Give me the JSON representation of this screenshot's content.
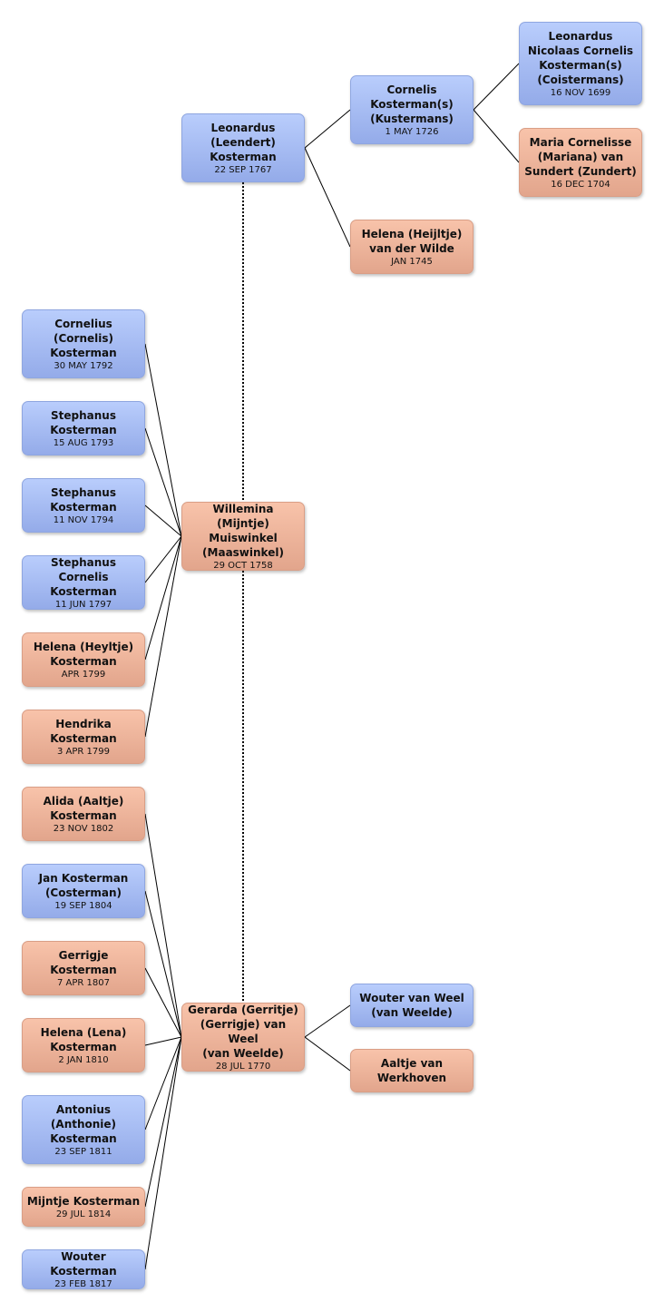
{
  "people": {
    "leonardus_nc": {
      "name": "Leonardus\nNicolaas Cornelis\nKosterman(s)\n(Coistermans)",
      "date": "16 NOV 1699",
      "sex": "male"
    },
    "maria_c": {
      "name": "Maria Cornelisse\n(Mariana) van\nSundert (Zundert)",
      "date": "16 DEC 1704",
      "sex": "female"
    },
    "cornelis_k": {
      "name": "Cornelis\nKosterman(s)\n(Kustermans)",
      "date": "1 MAY 1726",
      "sex": "male"
    },
    "helena_h": {
      "name": "Helena (Heijltje)\nvan der Wilde",
      "date": "JAN 1745",
      "sex": "female"
    },
    "leonardus_l": {
      "name": "Leonardus\n(Leendert)\nKosterman",
      "date": "22 SEP 1767",
      "sex": "male"
    },
    "willemina": {
      "name": "Willemina (Mijntje)\nMuiswinkel\n(Maaswinkel)",
      "date": "29 OCT 1758",
      "sex": "female"
    },
    "gerarda": {
      "name": "Gerarda (Gerritje)\n(Gerrigje) van Weel\n(van Weelde)",
      "date": "28 JUL 1770",
      "sex": "female"
    },
    "wouter_vw": {
      "name": "Wouter van Weel\n(van Weelde)",
      "date": "",
      "sex": "male"
    },
    "aaltje_vw": {
      "name": "Aaltje van\nWerkhoven",
      "date": "",
      "sex": "female"
    },
    "c1": {
      "name": "Cornelius\n(Cornelis)\nKosterman",
      "date": "30 MAY 1792",
      "sex": "male"
    },
    "c2": {
      "name": "Stephanus\nKosterman",
      "date": "15 AUG 1793",
      "sex": "male"
    },
    "c3": {
      "name": "Stephanus\nKosterman",
      "date": "11 NOV 1794",
      "sex": "male"
    },
    "c4": {
      "name": "Stephanus Cornelis\nKosterman",
      "date": "11 JUN 1797",
      "sex": "male"
    },
    "c5": {
      "name": "Helena (Heyltje)\nKosterman",
      "date": "APR 1799",
      "sex": "female"
    },
    "c6": {
      "name": "Hendrika\nKosterman",
      "date": "3 APR 1799",
      "sex": "female"
    },
    "c7": {
      "name": "Alida (Aaltje)\nKosterman",
      "date": "23 NOV 1802",
      "sex": "female"
    },
    "c8": {
      "name": "Jan Kosterman\n(Costerman)",
      "date": "19 SEP 1804",
      "sex": "male"
    },
    "c9": {
      "name": "Gerrigje\nKosterman",
      "date": "7 APR 1807",
      "sex": "female"
    },
    "c10": {
      "name": "Helena (Lena)\nKosterman",
      "date": "2 JAN 1810",
      "sex": "female"
    },
    "c11": {
      "name": "Antonius\n(Anthonie)\nKosterman",
      "date": "23 SEP 1811",
      "sex": "male"
    },
    "c12": {
      "name": "Mijntje Kosterman",
      "date": "29 JUL 1814",
      "sex": "female"
    },
    "c13": {
      "name": "Wouter Kosterman",
      "date": "23 FEB 1817",
      "sex": "male"
    }
  },
  "relations": {
    "parents": [
      {
        "child": "leonardus_l",
        "parents": [
          "cornelis_k",
          "helena_h"
        ]
      },
      {
        "child": "cornelis_k",
        "parents": [
          "leonardus_nc",
          "maria_c"
        ]
      },
      {
        "child": "gerarda",
        "parents": [
          "wouter_vw",
          "aaltje_vw"
        ]
      }
    ],
    "spouses": [
      [
        "leonardus_l",
        "willemina"
      ],
      [
        "willemina",
        "gerarda"
      ]
    ],
    "children_of_willemina": [
      "c1",
      "c2",
      "c3",
      "c4",
      "c5",
      "c6"
    ],
    "children_of_gerarda": [
      "c7",
      "c8",
      "c9",
      "c10",
      "c11",
      "c12",
      "c13"
    ]
  },
  "colors": {
    "male": "#a8bdf6",
    "female": "#f0b49b",
    "line": "#000000"
  }
}
